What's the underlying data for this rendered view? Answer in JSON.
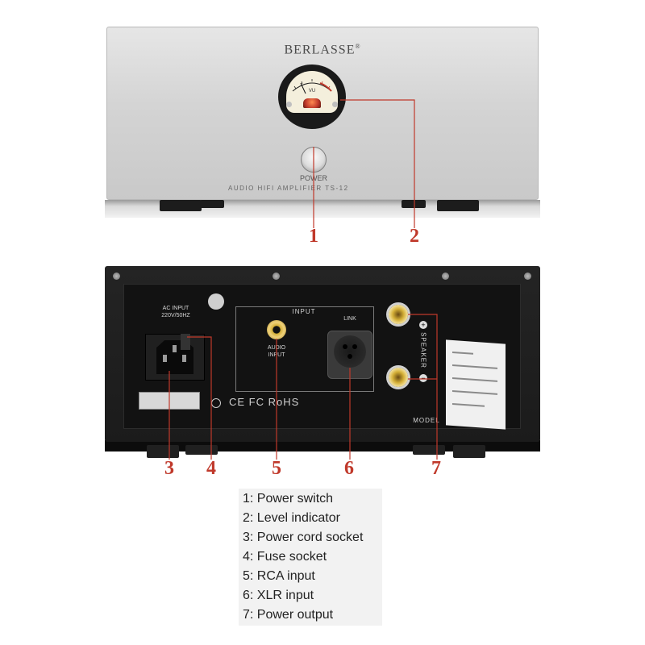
{
  "front_panel": {
    "brand": "BERLASSE",
    "brand_mark": "®",
    "meter_label": "VU",
    "power_label": "POWER",
    "model_label": "AUDIO HIFI AMPLIFIER TS-12"
  },
  "rear_panel": {
    "ac_input_label": "AC INPUT",
    "ac_input_rating": "220V/50HZ",
    "input_label": "INPUT",
    "audio_input_label": "AUDIO\nINPUT",
    "link_label": "LINK",
    "speaker_label": "SPEAKER",
    "certification_marks": "CE FC RoHS",
    "model_label": "MODEL"
  },
  "callouts": [
    "1",
    "2",
    "3",
    "4",
    "5",
    "6",
    "7"
  ],
  "legend": {
    "items": [
      "1: Power switch",
      "2: Level indicator",
      "3: Power cord socket",
      "4: Fuse socket",
      "5: RCA input",
      "6: XLR input",
      "7: Power output"
    ]
  },
  "colors": {
    "callout": "#c0392b",
    "front_panel": "#d8d8d8",
    "rear_panel": "#1e1e1e",
    "legend_background": "#f2f2f2"
  }
}
